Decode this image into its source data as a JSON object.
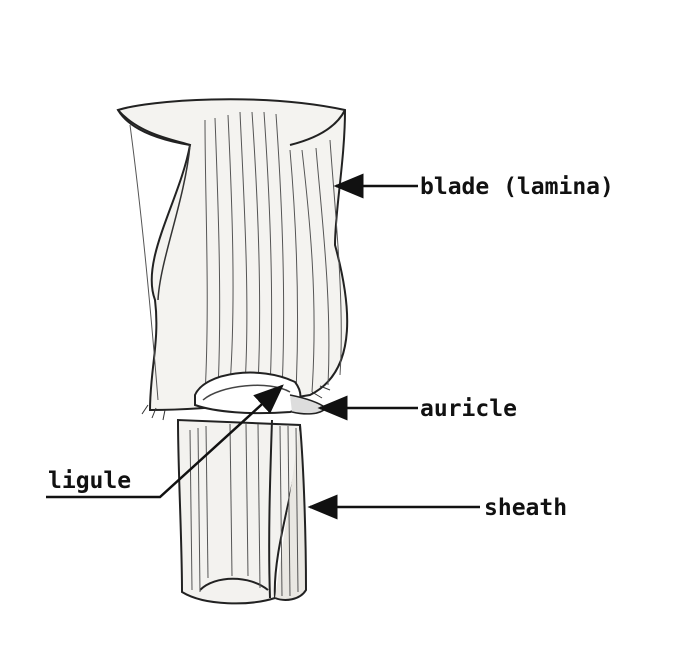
{
  "diagram": {
    "labels": {
      "blade": "blade (lamina)",
      "auricle": "auricle",
      "ligule": "ligule",
      "sheath": "sheath"
    }
  },
  "colors": {
    "background": "#ffffff",
    "ink": "#111111",
    "paper_shade": "#f2f0ec"
  }
}
